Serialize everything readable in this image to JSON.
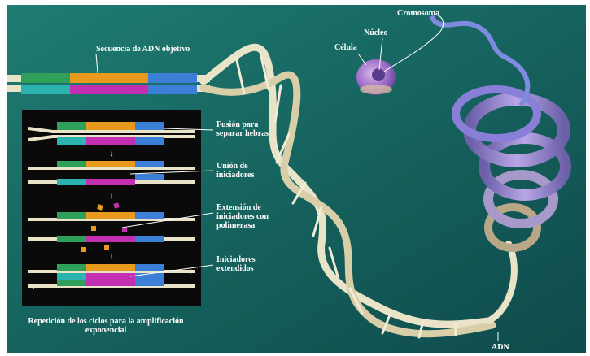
{
  "labels": {
    "target_sequence": "Secuencia de ADN objetivo",
    "cell": "Célula",
    "nucleus": "Núcleo",
    "chromosome": "Cromosoma",
    "dna": "ADN",
    "step1": "Fusión para separar hebras",
    "step2": "Unión de iniciadores",
    "step3": "Extensión de iniciadores con polimerasa",
    "step4": "Iniciadores extendidos",
    "caption": "Repetición de los ciclos para la amplificación exponencial"
  },
  "colors": {
    "background": "#1a6b66",
    "panel": "#0a0a0a",
    "segment_green": "#2fa05a",
    "segment_orange": "#e89a1c",
    "segment_blue": "#3c7fd6",
    "segment_teal": "#2bb3b0",
    "segment_magenta": "#c22fb0",
    "helix_cream": "#e9e3c8",
    "chromosome_purple": "#8a7fd8"
  }
}
